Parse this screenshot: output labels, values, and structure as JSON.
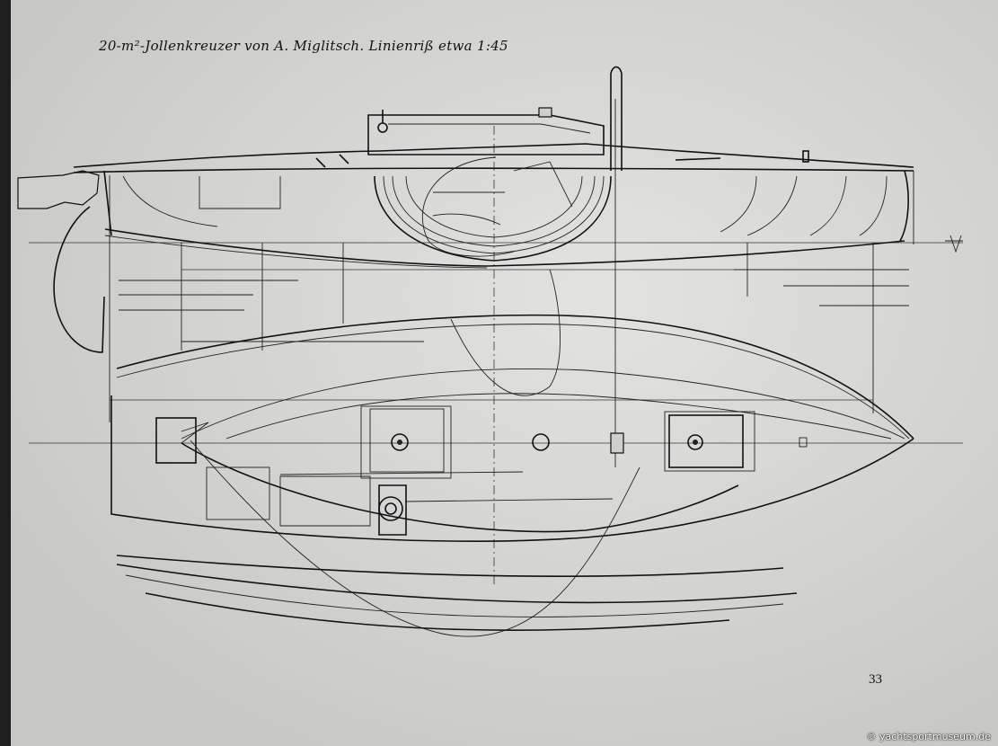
{
  "caption": "20-m²-Jollenkreuzer von A. Miglitsch. Linienriß etwa 1:45",
  "page_number": "33",
  "watermark": "© yachtsportmuseum.de"
}
